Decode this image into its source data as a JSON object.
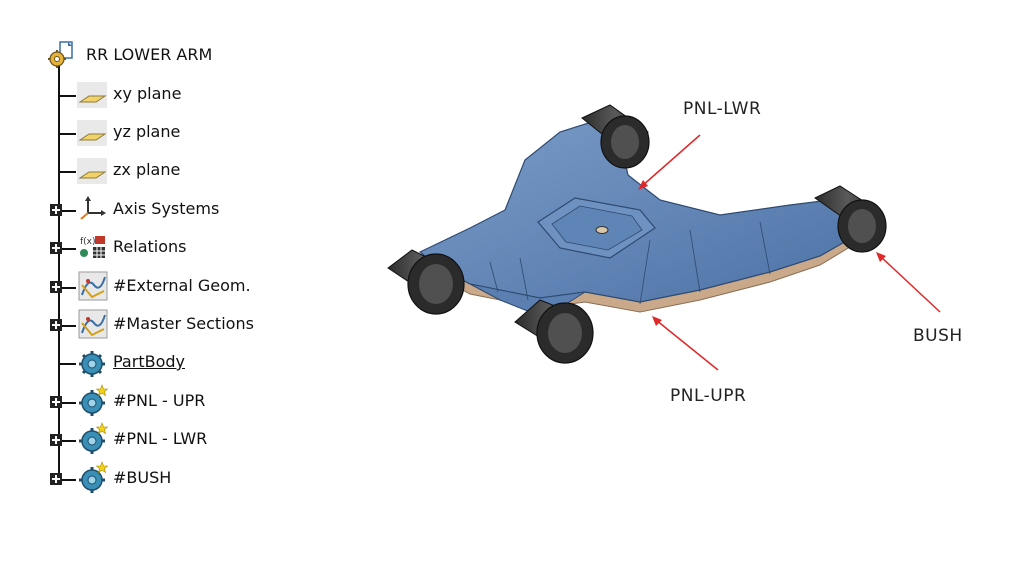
{
  "tree": {
    "root": {
      "label": "RR LOWER ARM",
      "icon": "part-gear-icon"
    },
    "items": [
      {
        "label": "xy plane",
        "icon": "plane-icon",
        "expandable": false,
        "underline": false
      },
      {
        "label": "yz plane",
        "icon": "plane-icon",
        "expandable": false,
        "underline": false
      },
      {
        "label": "zx plane",
        "icon": "plane-icon",
        "expandable": false,
        "underline": false
      },
      {
        "label": "Axis Systems",
        "icon": "axis-system-icon",
        "expandable": true,
        "underline": false
      },
      {
        "label": "Relations",
        "icon": "relations-icon",
        "expandable": true,
        "underline": false
      },
      {
        "label": "#External Geom.",
        "icon": "geometrical-set-icon",
        "expandable": true,
        "underline": false
      },
      {
        "label": "#Master Sections",
        "icon": "geometrical-set-icon",
        "expandable": true,
        "underline": false
      },
      {
        "label": "PartBody",
        "icon": "body-gear-icon",
        "expandable": false,
        "underline": true
      },
      {
        "label": "#PNL - UPR",
        "icon": "body-gear-star-icon",
        "expandable": true,
        "underline": false
      },
      {
        "label": "#PNL - LWR",
        "icon": "body-gear-star-icon",
        "expandable": true,
        "underline": false
      },
      {
        "label": "#BUSH",
        "icon": "body-gear-star-icon",
        "expandable": true,
        "underline": false
      }
    ]
  },
  "viewport": {
    "callouts": {
      "pnl_lwr": "PNL-LWR",
      "pnl_upr": "PNL-UPR",
      "bush": "BUSH"
    },
    "colors": {
      "upper_panel": "#5a7fb0",
      "lower_panel": "#c9a98a",
      "bush": "#3b3b3b",
      "arrow": "#e0282a"
    }
  }
}
